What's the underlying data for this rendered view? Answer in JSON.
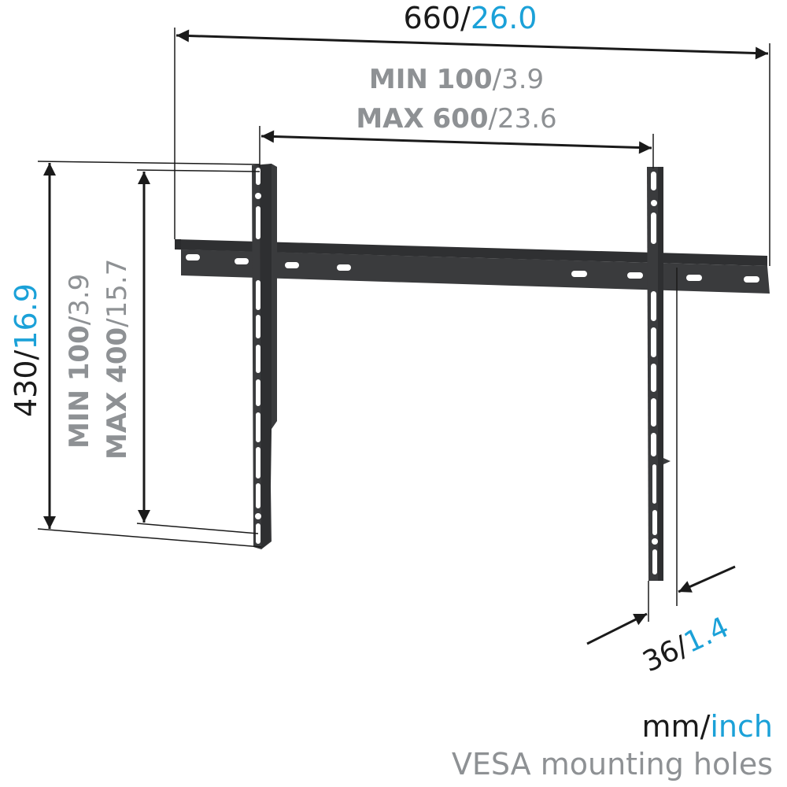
{
  "diagram": {
    "subject": "TV wall mount bracket dimensions",
    "colors": {
      "metal": "#3a3b3d",
      "metal_dark": "#2b2c2e",
      "line": "#1a1a1a",
      "inch_blue": "#1ba1d8",
      "vesa_gray": "#8e9194"
    },
    "overall_width": {
      "mm": "660",
      "sep": "/",
      "inch": "26.0"
    },
    "vesa_horizontal": {
      "min_label": "MIN",
      "min_mm": "100",
      "min_inch": "/3.9",
      "max_label": "MAX",
      "max_mm": "600",
      "max_inch": "/23.6"
    },
    "overall_height": {
      "mm": "430",
      "sep": "/",
      "inch": "16.9"
    },
    "vesa_vertical": {
      "min_label": "MIN",
      "min_mm": "100",
      "min_inch": "/3.9",
      "max_label": "MAX",
      "max_mm": "400",
      "max_inch": "/15.7"
    },
    "depth": {
      "mm": "36",
      "sep": "/",
      "inch": "1.4"
    },
    "legend": {
      "unit_mm": "mm",
      "unit_sep": "/",
      "unit_inch": "inch",
      "caption": "VESA mounting holes"
    }
  }
}
